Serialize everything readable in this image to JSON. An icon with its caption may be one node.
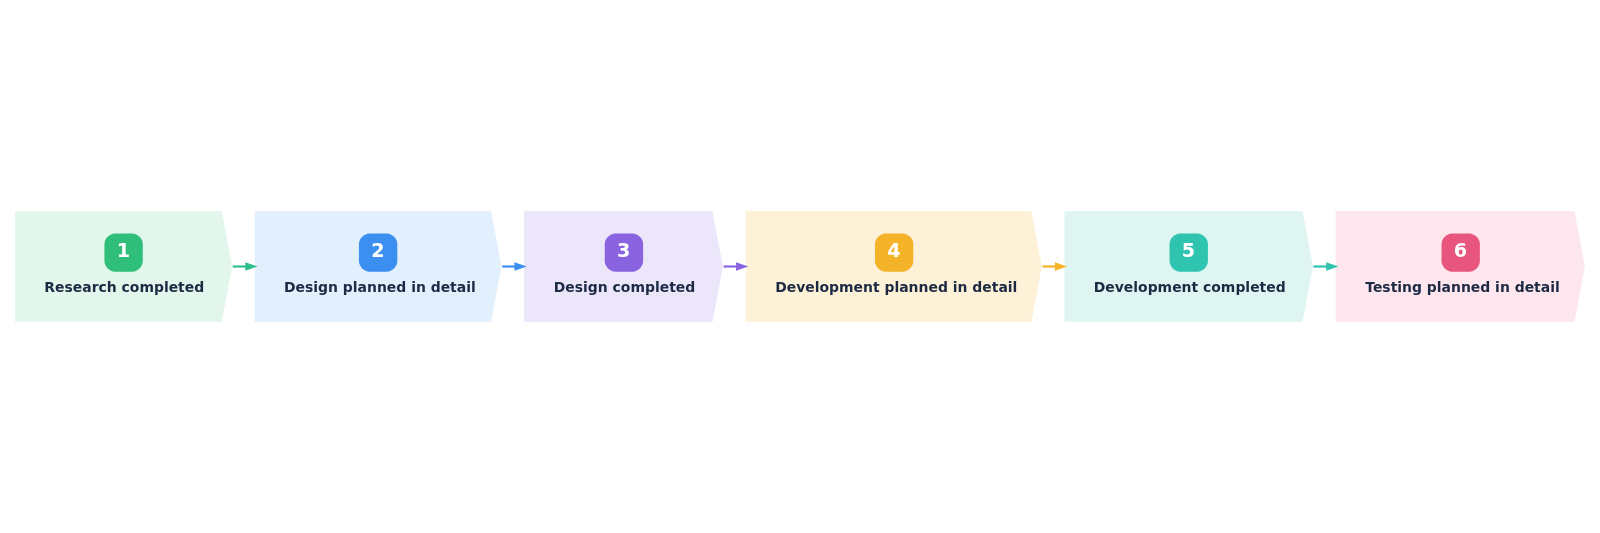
{
  "diagram": {
    "nodes": [
      {
        "text": [
          "1",
          "Research completed"
        ]
      },
      {
        "text": [
          "2",
          "Design planned in detail"
        ]
      },
      {
        "text": [
          "3",
          "Design completed"
        ]
      },
      {
        "text": [
          "4",
          "Development planned in detail"
        ]
      },
      {
        "text": [
          "5",
          "Development completed"
        ]
      },
      {
        "text": [
          "6",
          "Testing planned in detail"
        ]
      }
    ],
    "edges": [
      {
        "from": 0,
        "to": 1,
        "arrow": "to",
        "color": "#2fbf8a"
      },
      {
        "from": 1,
        "to": 2,
        "arrow": "to",
        "color": "#3b8ff0"
      },
      {
        "from": 2,
        "to": 3,
        "arrow": "to",
        "color": "#8a63e0"
      },
      {
        "from": 3,
        "to": 4,
        "arrow": "to",
        "color": "#f5b32a"
      },
      {
        "from": 4,
        "to": 5,
        "arrow": "to",
        "color": "#2ec4b0"
      }
    ]
  }
}
